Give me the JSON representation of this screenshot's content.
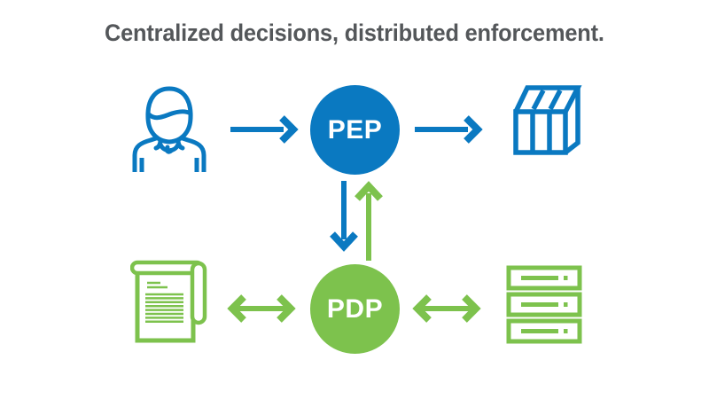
{
  "title": "Centralized decisions, distributed enforcement.",
  "colors": {
    "blue": "#0a79c1",
    "green": "#7dc24d",
    "title": "#54575a",
    "bg": "#ffffff",
    "node_text": "#ffffff"
  },
  "nodes": {
    "pep": {
      "label": "PEP",
      "shape": "circle",
      "color": "blue"
    },
    "pdp": {
      "label": "PDP",
      "shape": "circle",
      "color": "green"
    },
    "user": {
      "icon": "person-icon",
      "color": "blue"
    },
    "resource": {
      "icon": "box-icon",
      "color": "blue"
    },
    "policy": {
      "icon": "document-icon",
      "color": "green"
    },
    "datastore": {
      "icon": "servers-icon",
      "color": "green"
    }
  },
  "arrows": {
    "user_to_pep": {
      "style": "single",
      "direction": "right",
      "color": "blue"
    },
    "pep_to_resource": {
      "style": "single",
      "direction": "right",
      "color": "blue"
    },
    "pep_to_pdp": {
      "style": "single",
      "direction": "down",
      "color": "blue"
    },
    "pdp_to_pep": {
      "style": "single",
      "direction": "up",
      "color": "green"
    },
    "policy_and_pdp": {
      "style": "double",
      "direction": "horizontal",
      "color": "green"
    },
    "pdp_and_datastore": {
      "style": "double",
      "direction": "horizontal",
      "color": "green"
    }
  }
}
